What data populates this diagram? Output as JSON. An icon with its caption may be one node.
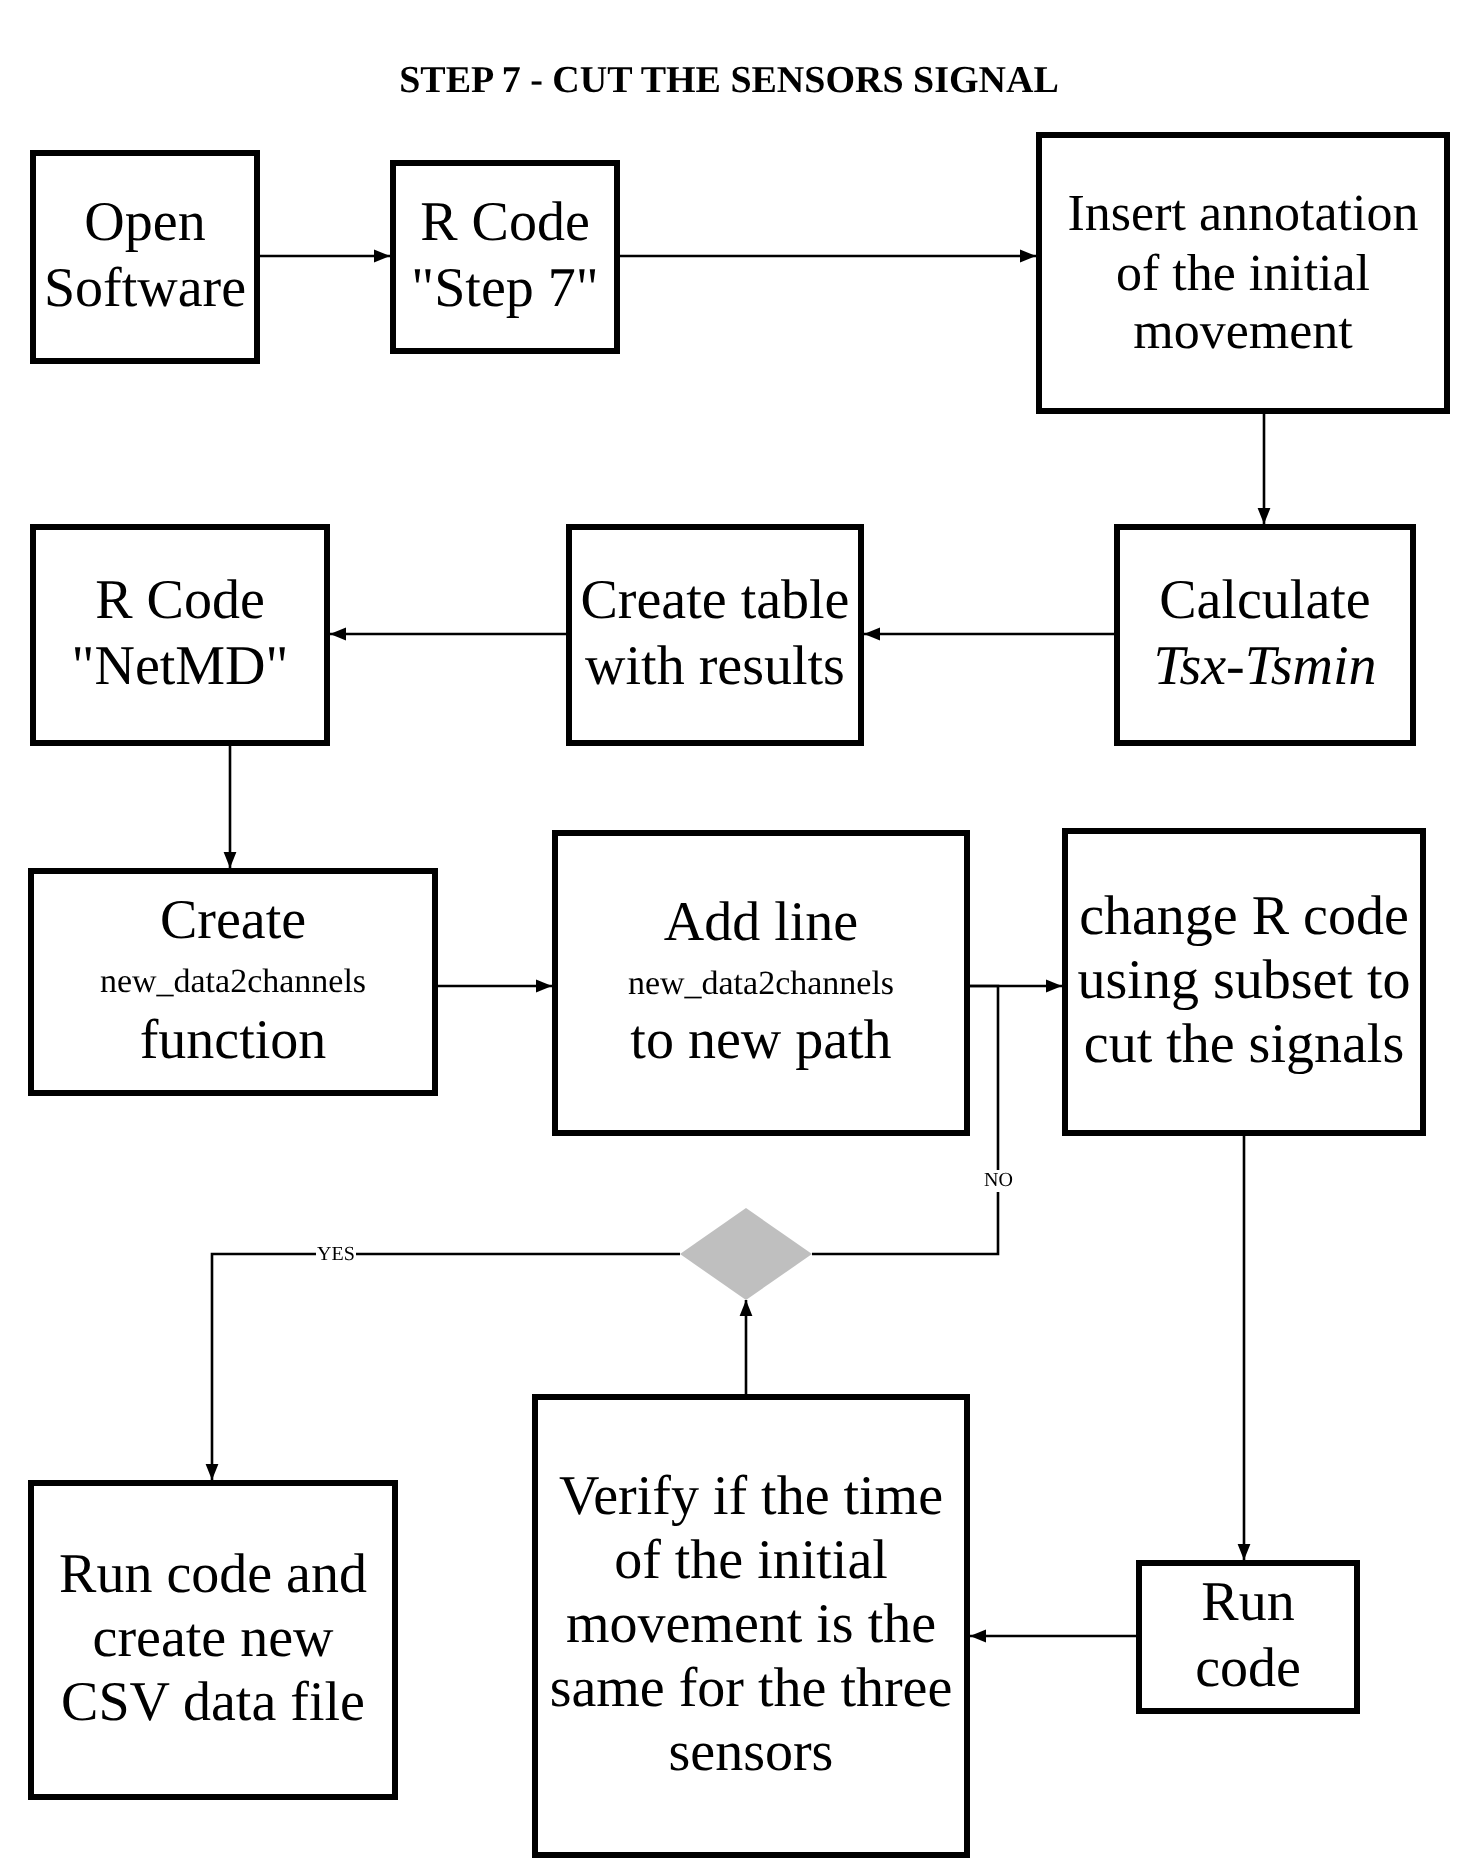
{
  "diagram": {
    "title": "STEP 7 - CUT THE SENSORS SIGNAL",
    "nodes": [
      {
        "text": [
          "Open Software"
        ]
      },
      {
        "text": [
          "R Code \"Step 7\""
        ]
      },
      {
        "text": [
          "Insert annotation of the initial movement"
        ]
      },
      {
        "text": [
          "Calculate *Tsx-Tsmin*"
        ]
      },
      {
        "text": [
          "Create table with results"
        ]
      },
      {
        "text": [
          "R Code \"NetMD\""
        ]
      },
      {
        "text": [
          "Create",
          "new_data2channels",
          "function"
        ]
      },
      {
        "text": [
          "Add line",
          "new_data2channels",
          "to new path"
        ]
      },
      {
        "text": [
          "change R code using subset to cut the signals"
        ]
      },
      {
        "text": [],
        "shape": "diamond"
      },
      {
        "text": [
          "Run code and create new CSV data file"
        ]
      },
      {
        "text": [
          "Verify if the time of the initial movement is the same for the three sensors"
        ]
      },
      {
        "text": [
          "Run code"
        ]
      }
    ],
    "edges": [
      {
        "from": 0,
        "to": 1,
        "arrow": "to"
      },
      {
        "from": 1,
        "to": 2,
        "arrow": "to"
      },
      {
        "from": 2,
        "to": 3,
        "arrow": "to"
      },
      {
        "from": 3,
        "to": 4,
        "arrow": "to"
      },
      {
        "from": 4,
        "to": 5,
        "arrow": "to"
      },
      {
        "from": 5,
        "to": 6,
        "arrow": "to"
      },
      {
        "from": 6,
        "to": 7,
        "arrow": "to"
      },
      {
        "from": 7,
        "to": 8,
        "arrow": "to"
      },
      {
        "from": 8,
        "to": 12,
        "arrow": "to"
      },
      {
        "from": 12,
        "to": 11,
        "arrow": "to"
      },
      {
        "from": 11,
        "to": 9,
        "arrow": "to"
      },
      {
        "from": 9,
        "to": 10,
        "arrow": "to",
        "label": "YES"
      },
      {
        "from": 9,
        "to": 7,
        "arrow": "none",
        "label": "NO"
      }
    ]
  }
}
